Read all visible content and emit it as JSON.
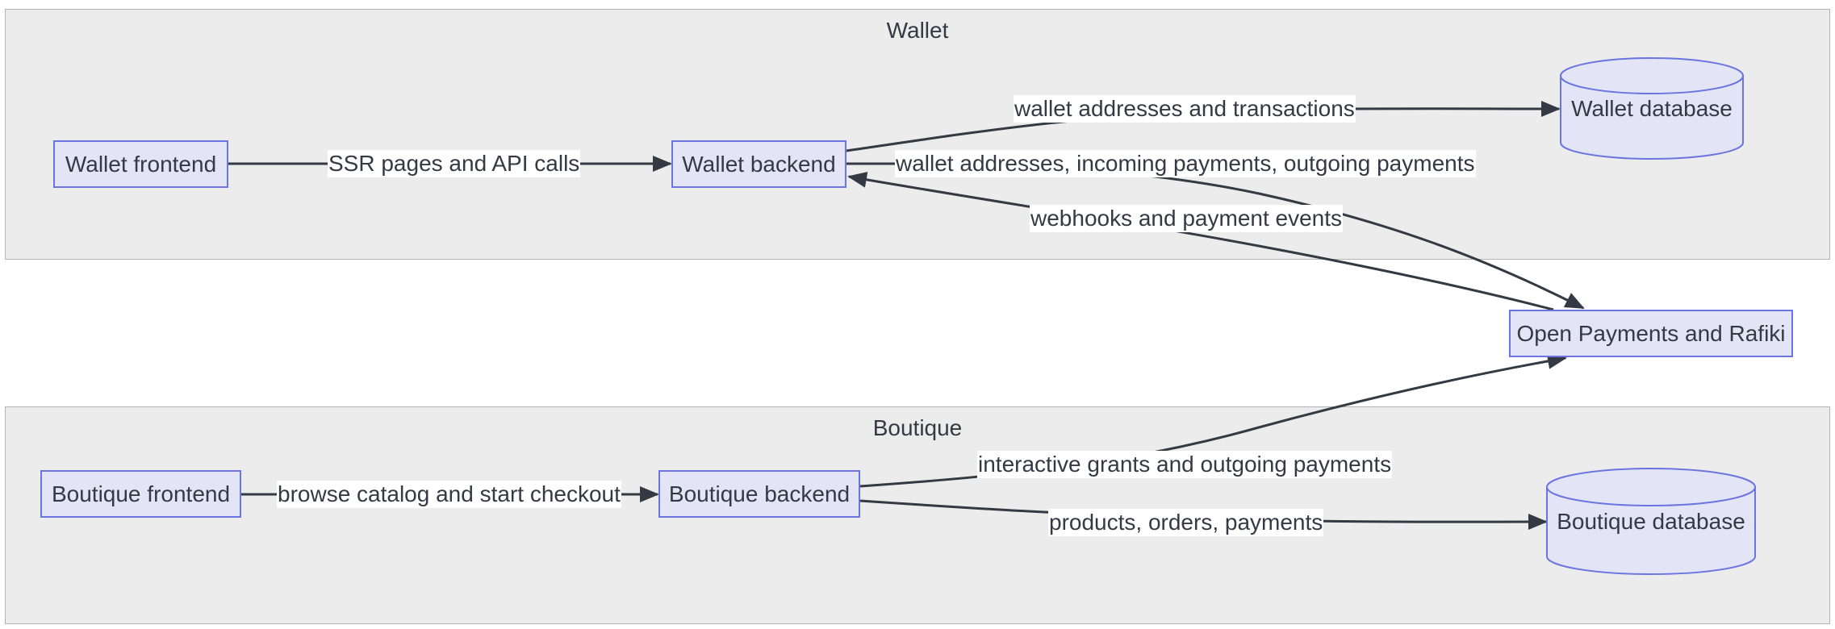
{
  "groups": {
    "wallet": {
      "title": "Wallet"
    },
    "boutique": {
      "title": "Boutique"
    }
  },
  "nodes": {
    "wallet_frontend": "Wallet frontend",
    "wallet_backend": "Wallet backend",
    "wallet_database": "Wallet database",
    "open_payments": "Open Payments and Rafiki",
    "boutique_frontend": "Boutique frontend",
    "boutique_backend": "Boutique backend",
    "boutique_database": "Boutique database"
  },
  "edges": {
    "ssr_pages": "SSR pages and API calls",
    "wallet_addresses_transactions": "wallet addresses and transactions",
    "wallet_to_open_payments": "wallet addresses, incoming payments, outgoing payments",
    "webhooks": "webhooks and payment events",
    "browse_catalog": "browse catalog and start checkout",
    "interactive_grants": "interactive grants and outgoing payments",
    "products_orders": "products, orders, payments"
  },
  "colors": {
    "group_fill": "#ececec",
    "group_border": "#b3b3b3",
    "node_fill": "#e3e5f6",
    "node_border": "#6b74df",
    "edge": "#333a44",
    "text": "#333a44"
  }
}
